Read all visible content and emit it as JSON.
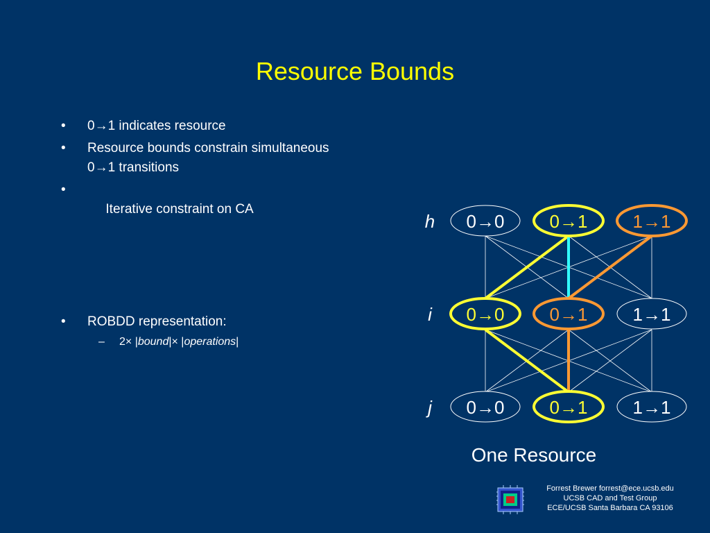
{
  "slide": {
    "title": "Resource Bounds",
    "bullets": [
      "0→1 indicates resource",
      "Resource bounds constrain simultaneous",
      "0→1 transitions",
      " Iterative constraint on CA"
    ],
    "robdd": {
      "label": "ROBDD representation:",
      "sub_prefix": "2× |",
      "sub_bound": "bound",
      "sub_mid": "|× |",
      "sub_ops": "operations",
      "sub_suffix": "|"
    },
    "graph": {
      "rows": [
        {
          "label": "h",
          "nodes": [
            "0→0",
            "0→1",
            "1→1"
          ]
        },
        {
          "label": "i",
          "nodes": [
            "0→0",
            "0→1",
            "1→1"
          ]
        },
        {
          "label": "j",
          "nodes": [
            "0→0",
            "0→1",
            "1→1"
          ]
        }
      ],
      "caption": "One Resource"
    },
    "footer": {
      "line1": "Forrest Brewer  forrest@ece.ucsb.edu",
      "line2": "UCSB CAD and Test Group",
      "line3": "ECE/UCSB Santa Barbara CA 93106"
    },
    "colors": {
      "background": "#003366",
      "title": "#ffff00",
      "highlight_yellow": "#ffff33",
      "highlight_orange": "#ff9933",
      "highlight_cyan": "#33ffff"
    }
  }
}
